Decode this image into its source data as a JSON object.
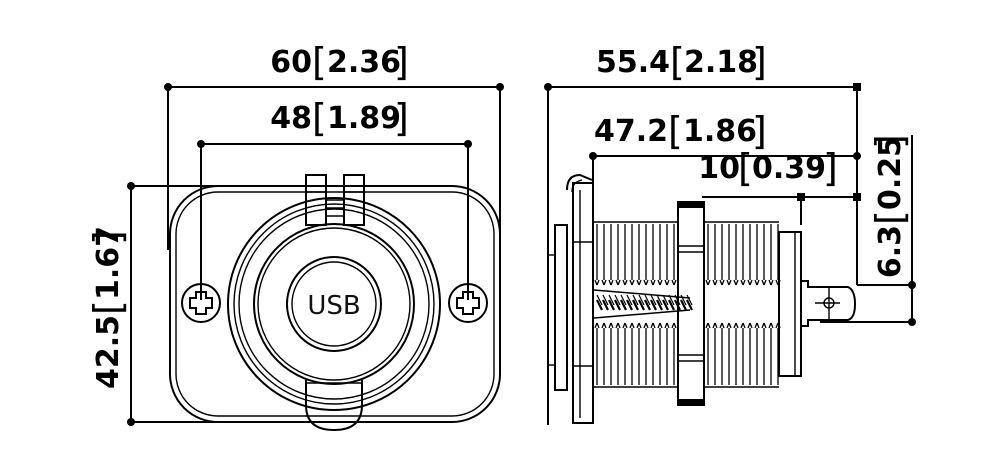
{
  "drawing": {
    "front_view": {
      "label": "USB",
      "dims": {
        "overall_width": {
          "mm": "60",
          "in": "2.36"
        },
        "hole_spacing": {
          "mm": "48",
          "in": "1.89"
        },
        "overall_height": {
          "mm": "42.5",
          "in": "1.67"
        }
      }
    },
    "side_view": {
      "dims": {
        "overall_length": {
          "mm": "55.4",
          "in": "2.18"
        },
        "body_length": {
          "mm": "47.2",
          "in": "1.86"
        },
        "terminal_length": {
          "mm": "10",
          "in": "0.39"
        },
        "terminal_height": {
          "mm": "6.3",
          "in": "0.25"
        }
      }
    },
    "colors": {
      "line": "#000000",
      "background": "#ffffff"
    }
  }
}
